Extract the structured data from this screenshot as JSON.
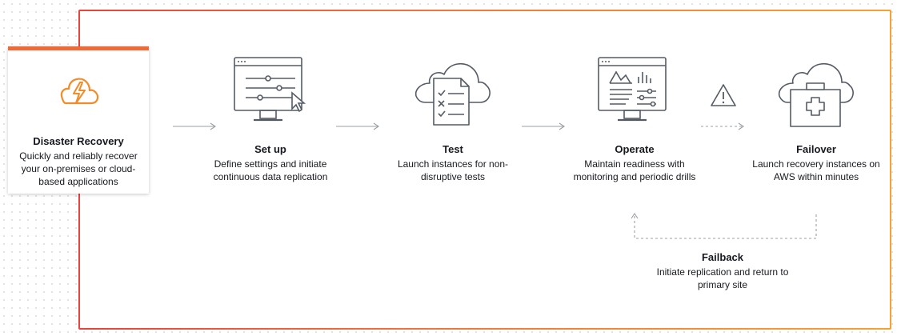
{
  "start": {
    "title": "Disaster Recovery",
    "description": "Quickly and reliably recover your on-premises or cloud-based applications",
    "icon": "cloud-lightning-icon"
  },
  "steps": [
    {
      "title": "Set up",
      "description": "Define settings and initiate continuous data replication",
      "icon": "monitor-settings-icon"
    },
    {
      "title": "Test",
      "description": "Launch instances for non-disruptive tests",
      "icon": "cloud-checklist-icon"
    },
    {
      "title": "Operate",
      "description": "Maintain readiness with monitoring and periodic drills",
      "icon": "monitor-dashboard-icon"
    },
    {
      "title": "Failover",
      "description": "Launch recovery instances on AWS within minutes",
      "icon": "cloud-first-aid-icon"
    }
  ],
  "failback": {
    "title": "Failback",
    "description": "Initiate replication and return to primary site"
  },
  "warning_icon": "warning-triangle-icon",
  "colors": {
    "accent": "#ef6a37",
    "frame_start": "#e8433a",
    "frame_end": "#f7a133",
    "icon_stroke": "#545b64"
  }
}
